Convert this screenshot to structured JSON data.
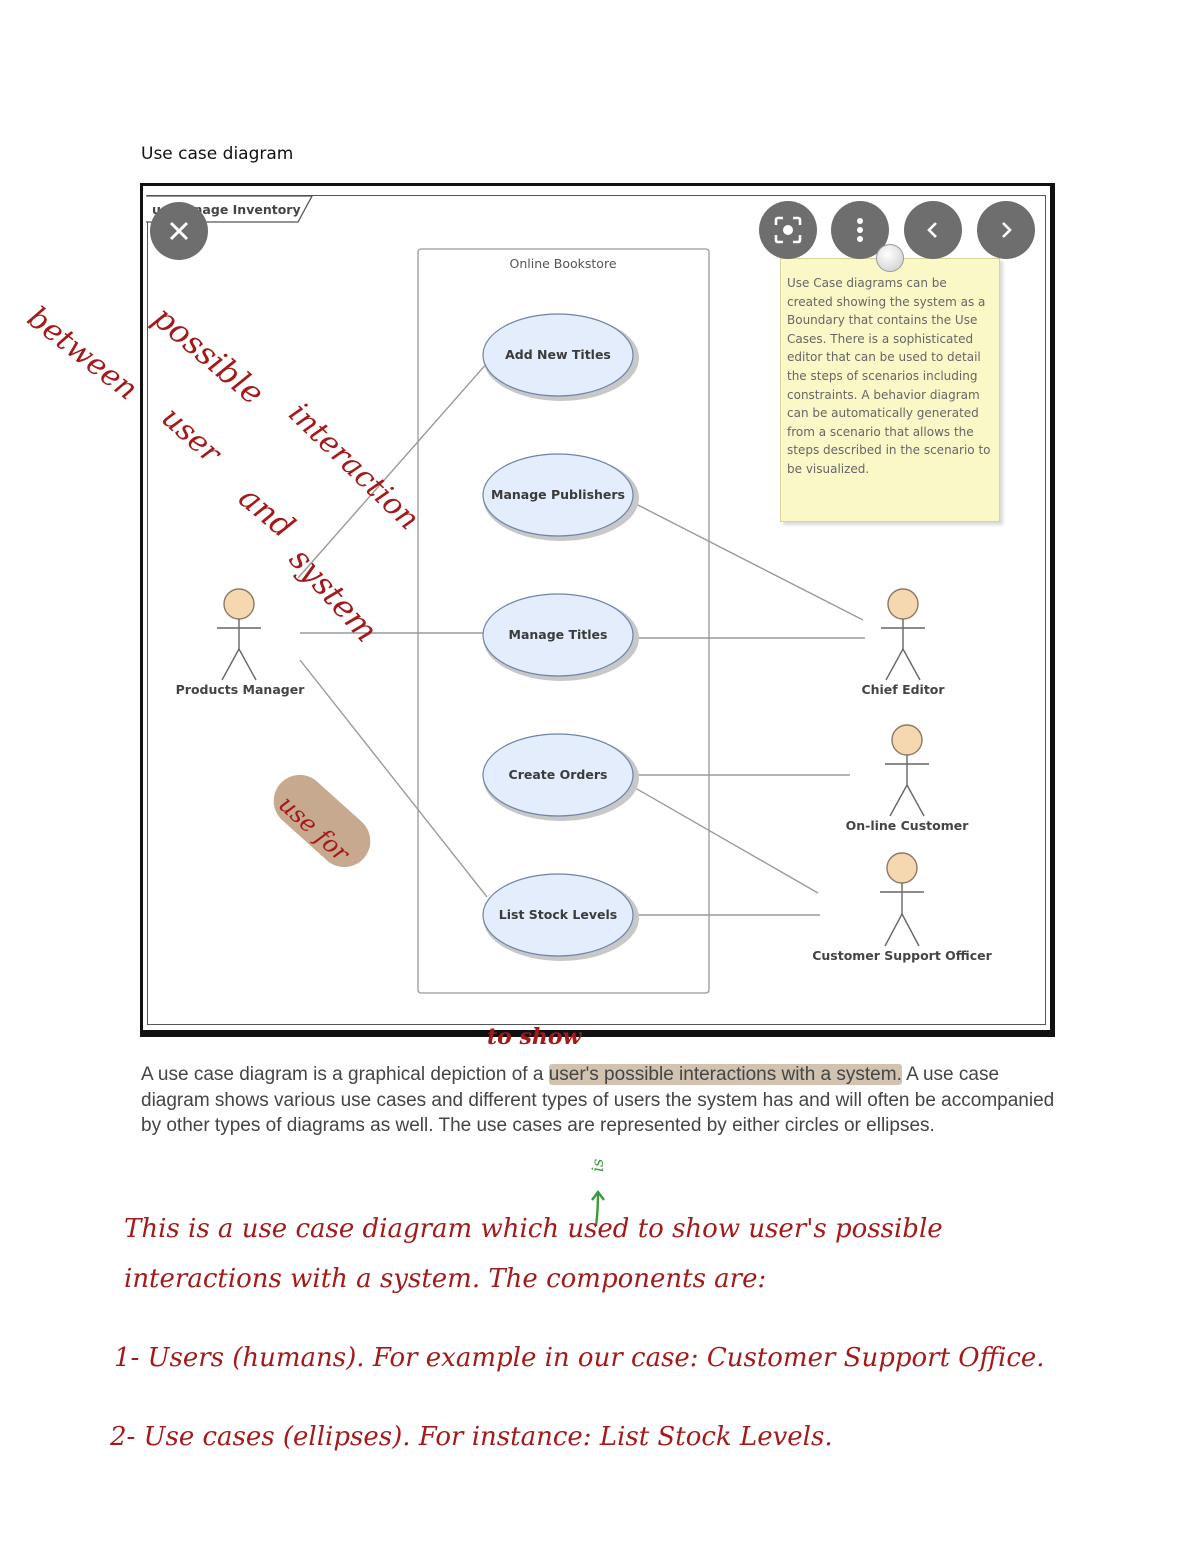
{
  "document": {
    "heading": "Use case diagram",
    "paragraph_before": "A use case diagram is a graphical depiction of a ",
    "paragraph_highlight": "user's possible interactions with a system.",
    "paragraph_after": " A use case diagram shows various use cases and different types of users the system has and will often be accompanied by other types of diagrams as well. The use cases are represented by either circles or ellipses."
  },
  "diagram": {
    "frame_title": "uc Manage Inventory",
    "boundary_label": "Online Bookstore",
    "use_cases": [
      "Add New Titles",
      "Manage Publishers",
      "Manage Titles",
      "Create Orders",
      "List Stock Levels"
    ],
    "actors": [
      "Products Manager",
      "Chief Editor",
      "On-line Customer",
      "Customer Support Officer"
    ],
    "note": "Use Case diagrams can be created showing the system as a Boundary that contains the Use Cases. There is a sophisticated editor that can be used to detail the steps of scenarios including constraints. A behavior diagram can be automatically generated from a scenario that allows the steps described in the scenario to be visualized.",
    "colors": {
      "use_case_fill": "#e3edfb",
      "actor_head": "#f6d8b0",
      "note_fill": "#fbf8c8"
    }
  },
  "viewer": {
    "buttons": [
      "close-icon",
      "lens-search-icon",
      "more-vertical-icon",
      "chevron-left-icon",
      "chevron-right-icon"
    ]
  },
  "annotations": {
    "handwriting": [
      "between",
      "possible",
      "user",
      "interaction",
      "and",
      "system",
      "use for",
      "to show",
      "is",
      "This is a use case diagram which used to show user's possible",
      "interactions with a system. The components are:",
      "1- Users (humans). For example in our case: Customer Support Office.",
      "2- Use cases (ellipses). For instance: List Stock Levels."
    ],
    "colors": {
      "ink": "#a41a1a",
      "ink_green": "#3c9a3c",
      "marker": "#c7a98f"
    }
  }
}
